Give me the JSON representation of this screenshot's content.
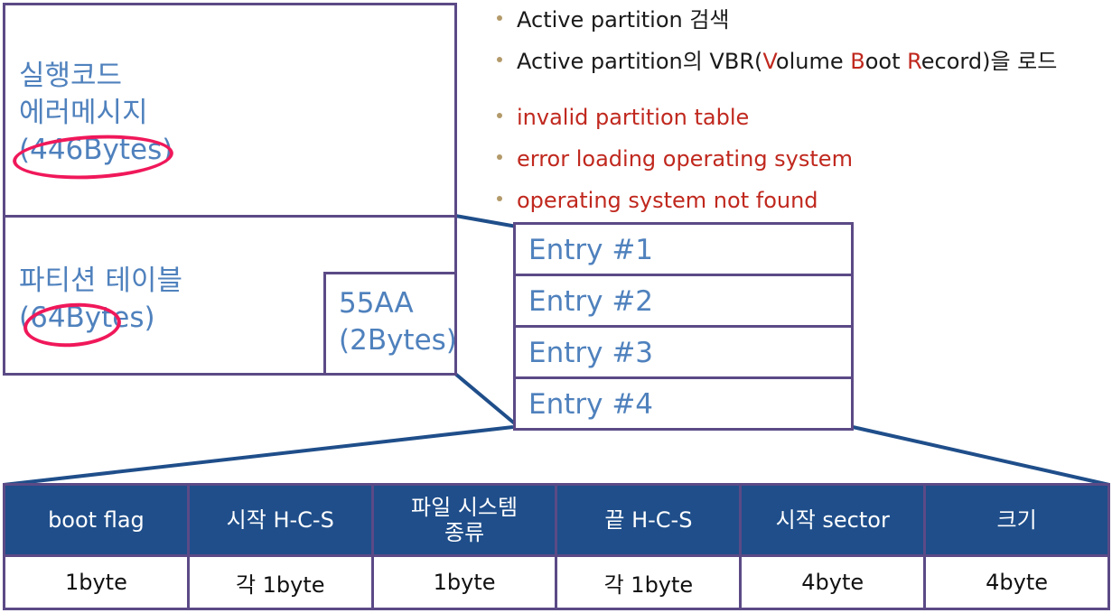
{
  "bullets": {
    "line1": "Active partition 검색",
    "line2_prefix": "Active partition의 VBR(",
    "line2_v": "V",
    "line2_olume": "olume ",
    "line2_b": "B",
    "line2_oot": "oot ",
    "line2_r": "R",
    "line2_suffix": "ecord)을 로드",
    "errors": [
      "invalid partition table",
      "error loading operating system",
      "operating system not found"
    ]
  },
  "mbr": {
    "code_line1": "실행코드",
    "code_line2": "에러메시지",
    "code_line3": "(446Bytes)",
    "part_line1": "파티션 테이블",
    "part_line2": "(64Bytes)",
    "sig_line1": "55AA",
    "sig_line2": "(2Bytes)"
  },
  "entries": [
    "Entry #1",
    "Entry #2",
    "Entry #3",
    "Entry #4"
  ],
  "fields": {
    "headers": [
      "boot flag",
      "시작 H-C-S",
      "파일 시스템\n종류",
      "끝 H-C-S",
      "시작 sector",
      "크기"
    ],
    "sizes": [
      "1byte",
      "각 1byte",
      "1byte",
      "각 1byte",
      "4byte",
      "4byte"
    ]
  },
  "colors": {
    "border": "#5b4a86",
    "header_bg": "#1f4e8a",
    "text_blue": "#4f81bd",
    "error_red": "#c0281e",
    "highlight": "#f0185a"
  }
}
